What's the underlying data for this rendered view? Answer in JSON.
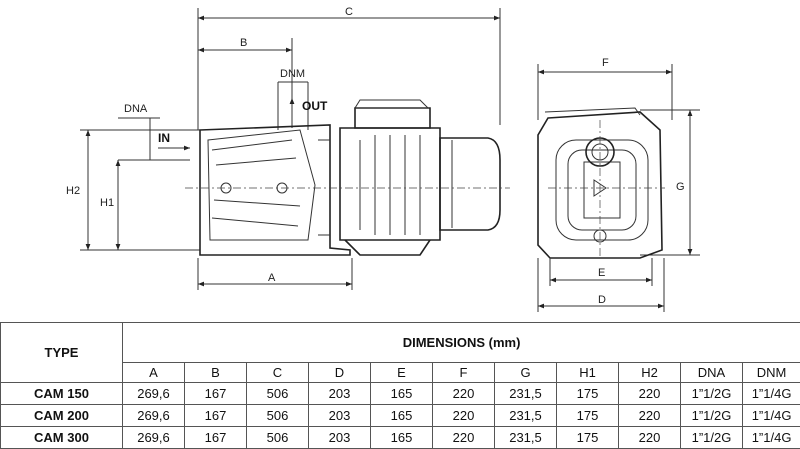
{
  "drawing": {
    "labels": {
      "c": "C",
      "b": "B",
      "dnm": "DNM",
      "out": "OUT",
      "dna": "DNA",
      "in": "IN",
      "h2": "H2",
      "h1": "H1",
      "a": "A",
      "f": "F",
      "g": "G",
      "e": "E",
      "d": "D"
    }
  },
  "table": {
    "type_header": "TYPE",
    "dimensions_header": "DIMENSIONS (mm)",
    "columns": [
      "A",
      "B",
      "C",
      "D",
      "E",
      "F",
      "G",
      "H1",
      "H2",
      "DNA",
      "DNM"
    ],
    "rows": [
      {
        "type": "CAM 150",
        "values": [
          "269,6",
          "167",
          "506",
          "203",
          "165",
          "220",
          "231,5",
          "175",
          "220",
          "1”1/2G",
          "1”1/4G"
        ]
      },
      {
        "type": "CAM 200",
        "values": [
          "269,6",
          "167",
          "506",
          "203",
          "165",
          "220",
          "231,5",
          "175",
          "220",
          "1”1/2G",
          "1”1/4G"
        ]
      },
      {
        "type": "CAM 300",
        "values": [
          "269,6",
          "167",
          "506",
          "203",
          "165",
          "220",
          "231,5",
          "175",
          "220",
          "1”1/2G",
          "1”1/4G"
        ]
      }
    ]
  }
}
